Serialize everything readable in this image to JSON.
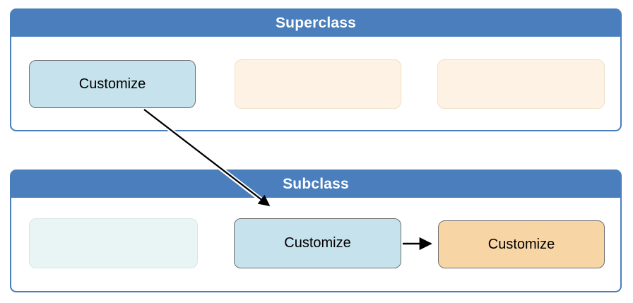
{
  "diagram": {
    "superclass": {
      "title": "Superclass",
      "boxes": [
        {
          "label": "Customize",
          "state": "active-blue"
        },
        {
          "label": "",
          "state": "faded-orange"
        },
        {
          "label": "",
          "state": "faded-orange"
        }
      ]
    },
    "subclass": {
      "title": "Subclass",
      "boxes": [
        {
          "label": "",
          "state": "faded-blue"
        },
        {
          "label": "Customize",
          "state": "active-blue"
        },
        {
          "label": "Customize",
          "state": "active-orange"
        }
      ]
    },
    "arrows": [
      {
        "name": "superclass-customize-to-subclass-customize",
        "style": "diagonal-black-with-white-casing"
      },
      {
        "name": "subclass-customize-to-orange-customize",
        "style": "horizontal-black"
      }
    ],
    "colors": {
      "header_blue": "#4a7ebd",
      "panel_border_blue": "#4a7ebd",
      "header_text": "#ffffff",
      "active_blue_fill": "#c6e2ec",
      "active_orange_fill": "#f8d5a5",
      "faded_orange_fill": "#fdf2e3",
      "faded_blue_fill": "#e9f4f5",
      "box_border_gray": "#6f6f6f",
      "arrow_black": "#000000"
    }
  }
}
